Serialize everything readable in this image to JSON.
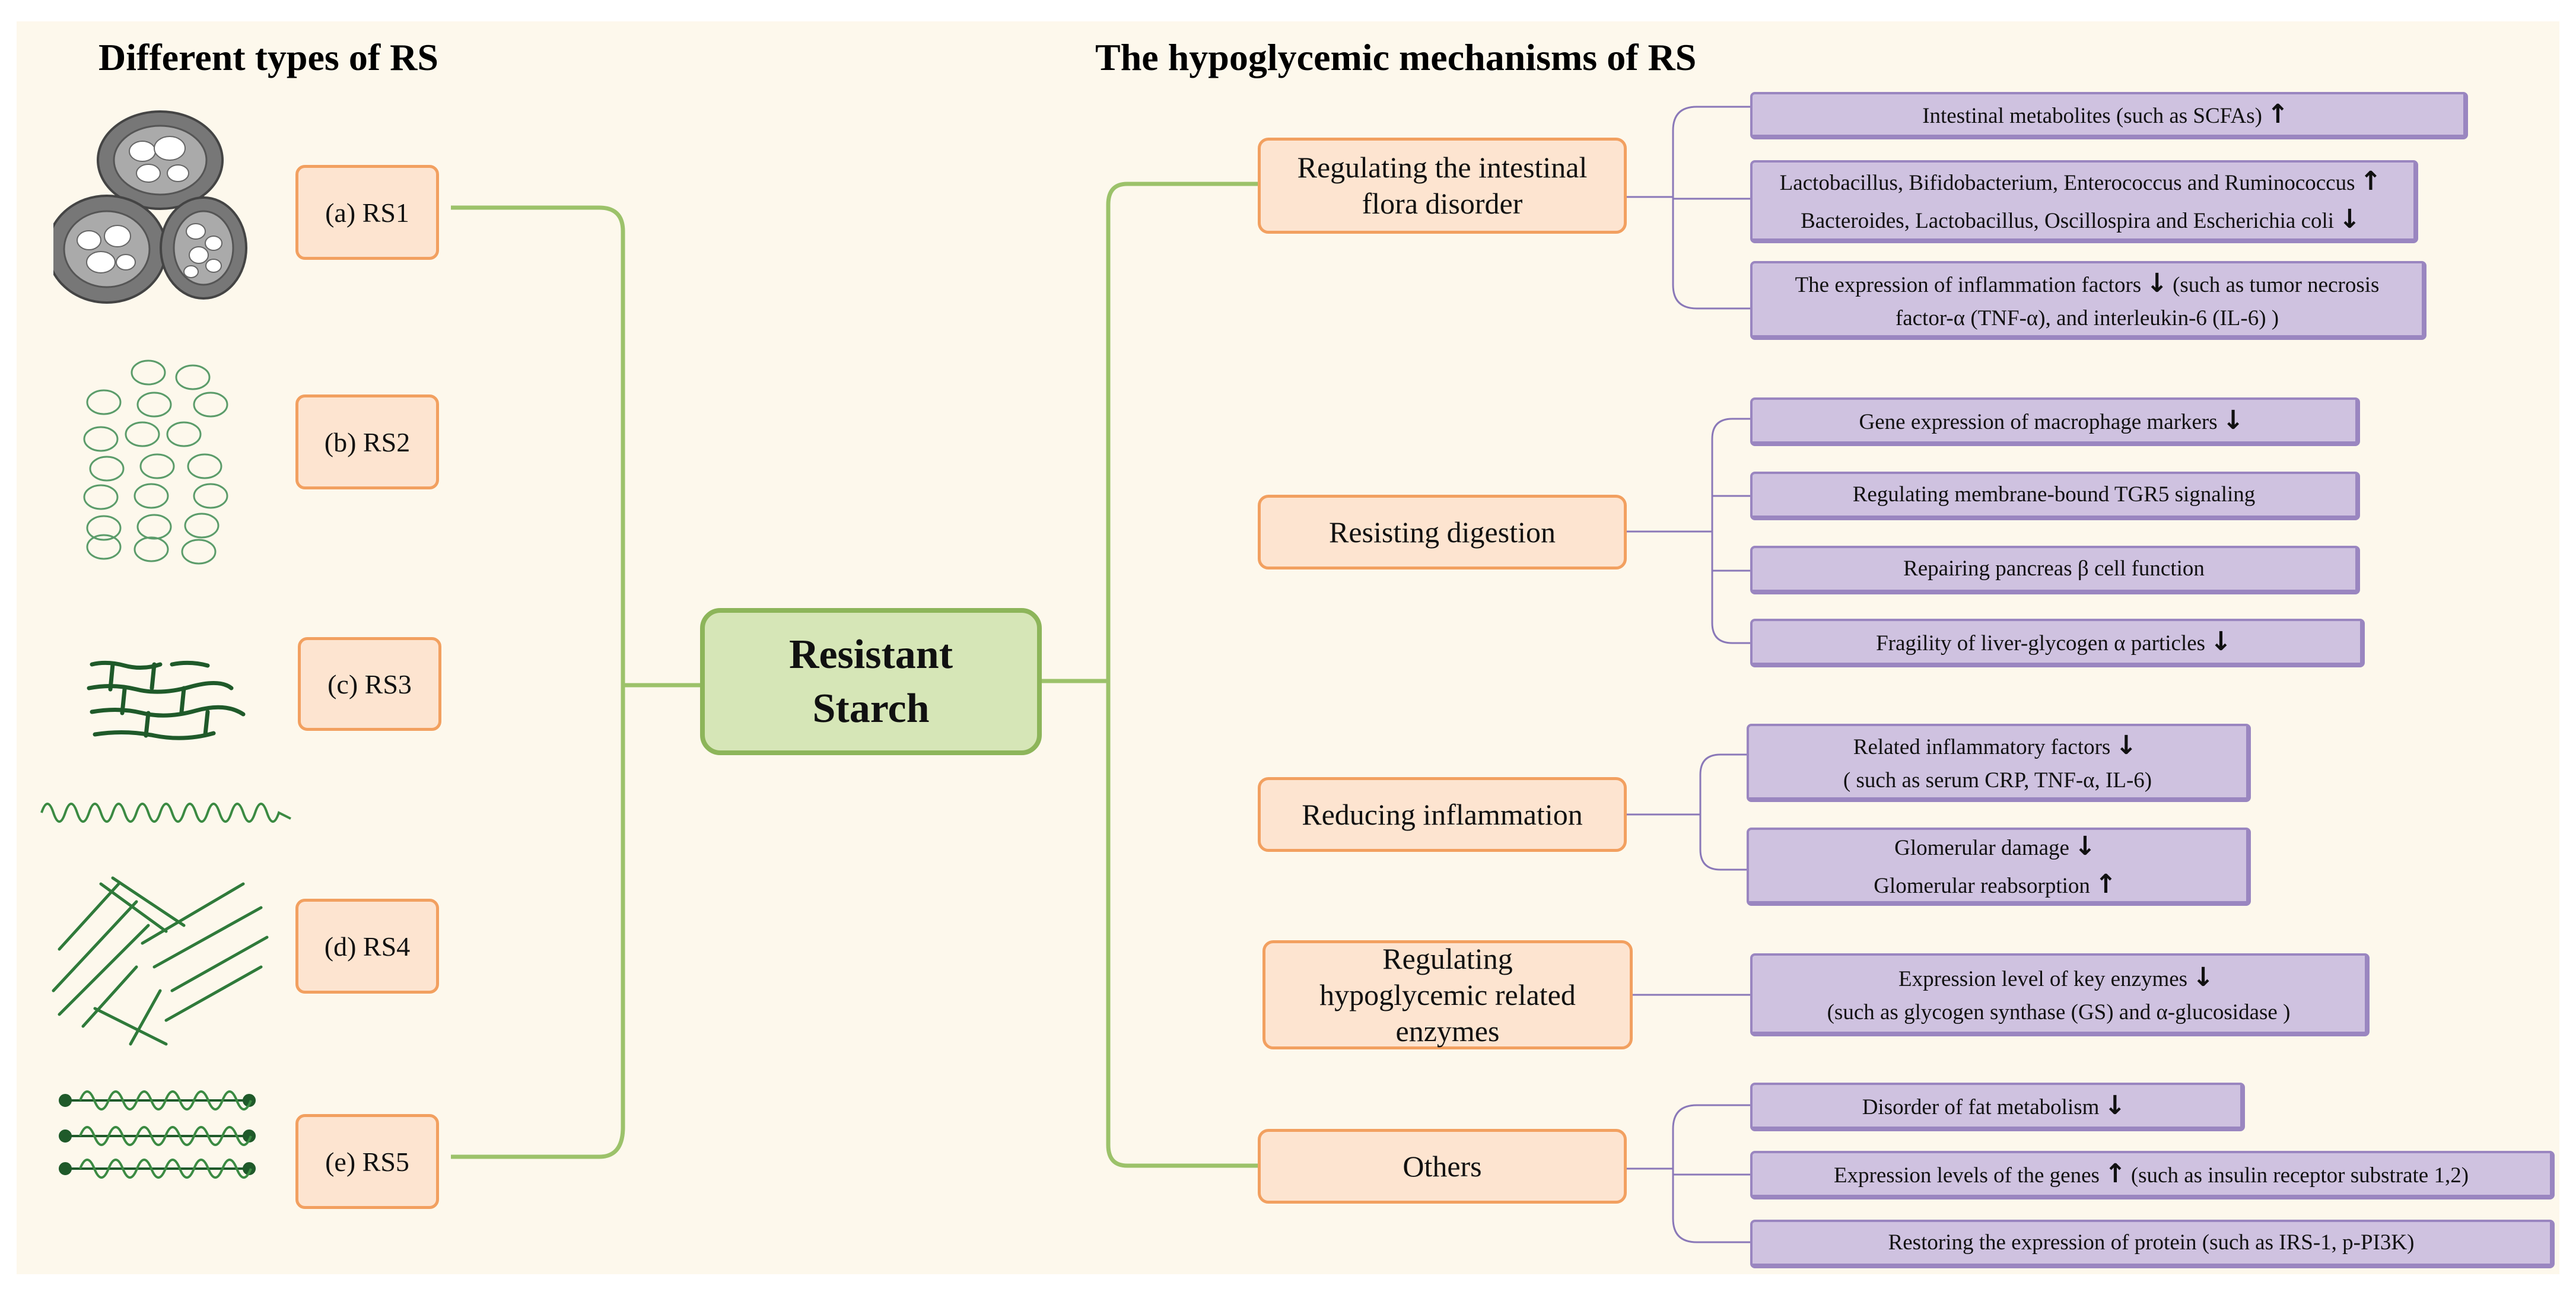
{
  "headings": {
    "left": "Different types of RS",
    "right": "The hypoglycemic mechanisms of RS"
  },
  "center_label": [
    "Resistant",
    "Starch"
  ],
  "rs_types": [
    {
      "label": "(a) RS1",
      "icon": "rs1-granules-icon"
    },
    {
      "label": "(b) RS2",
      "icon": "rs2-ovals-icon"
    },
    {
      "label": "(c) RS3",
      "icon": "rs3-chains-icon"
    },
    {
      "label": "(d) RS4",
      "icon": "rs4-crosslinks-icon"
    },
    {
      "label": "(e) RS5",
      "icon": "rs5-helix-complex-icon"
    }
  ],
  "mechanisms": [
    {
      "label": [
        "Regulating the intestinal",
        "flora disorder"
      ],
      "details": [
        {
          "lines": [
            [
              "Intestinal metabolites (such as SCFAs)",
              "up"
            ]
          ]
        },
        {
          "lines": [
            [
              "Lactobacillus, Bifidobacterium, Enterococcus and Ruminococcus",
              "up"
            ],
            [
              "Bacteroides, Lactobacillus, Oscillospira and Escherichia coli",
              "down"
            ]
          ]
        },
        {
          "lines": [
            [
              "The expression of inflammation factors",
              "down",
              "(such as tumor necrosis"
            ],
            [
              "factor-α (TNF-α), and interleukin-6 (IL-6) )"
            ]
          ]
        }
      ]
    },
    {
      "label": [
        "Resisting digestion"
      ],
      "details": [
        {
          "lines": [
            [
              "Gene expression of macrophage markers",
              "down"
            ]
          ]
        },
        {
          "lines": [
            [
              "Regulating membrane-bound TGR5 signaling"
            ]
          ]
        },
        {
          "lines": [
            [
              "Repairing pancreas β cell function"
            ]
          ]
        },
        {
          "lines": [
            [
              "Fragility of liver-glycogen α particles",
              "down"
            ]
          ]
        }
      ]
    },
    {
      "label": [
        "Reducing inflammation"
      ],
      "details": [
        {
          "lines": [
            [
              "Related inflammatory factors",
              "down"
            ],
            [
              "( such as serum CRP, TNF-α, IL-6)"
            ]
          ]
        },
        {
          "lines": [
            [
              "Glomerular damage",
              "down"
            ],
            [
              "Glomerular reabsorption",
              "up"
            ]
          ]
        }
      ]
    },
    {
      "label": [
        "Regulating",
        "hypoglycemic related",
        "enzymes"
      ],
      "details": [
        {
          "lines": [
            [
              "Expression level of key enzymes",
              "down"
            ],
            [
              "(such as glycogen synthase (GS) and α-glucosidase )"
            ]
          ]
        }
      ]
    },
    {
      "label": [
        "Others"
      ],
      "details": [
        {
          "lines": [
            [
              "Disorder of fat metabolism",
              "down"
            ]
          ]
        },
        {
          "lines": [
            [
              "Expression levels of the genes",
              "up",
              "(such as insulin receptor substrate 1,2)"
            ]
          ]
        },
        {
          "lines": [
            [
              "Restoring  the expression of protein (such as IRS-1, p-PI3K)"
            ]
          ]
        }
      ]
    }
  ],
  "colors": {
    "background": "#fdf8ec",
    "green_connector": "#9cc26a",
    "purple_connector": "#8a78b8",
    "orange_box_fill": "#fde4d0",
    "orange_box_border": "#f2a060",
    "center_fill": "#d6e6b7",
    "detail_fill": "#cfc2e0",
    "thumb_green": "#2f7a3a"
  }
}
